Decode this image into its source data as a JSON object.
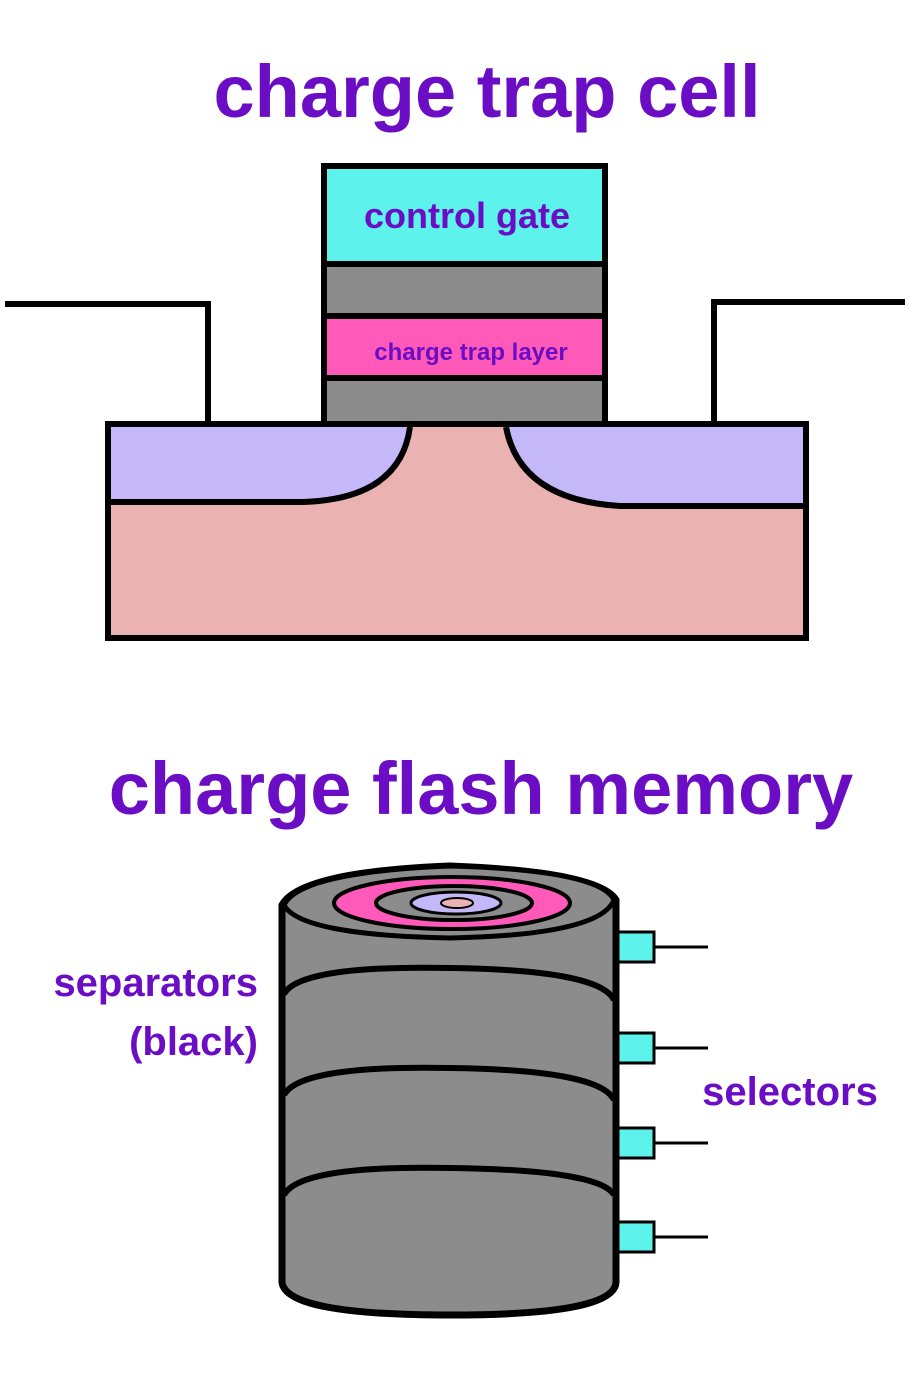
{
  "top": {
    "title": "charge trap cell",
    "control_gate_label": "control gate",
    "trap_layer_label": "charge trap layer"
  },
  "bottom": {
    "title": "charge flash memory",
    "separators_label_line1": "separators",
    "separators_label_line2": "(black)",
    "selectors_label": "selectors"
  },
  "colors": {
    "text": "#6a0dc4",
    "control_gate": "#5ef2ec",
    "oxide": "#8c8c8c",
    "charge_trap": "#ff5ab9",
    "source_drain": "#c4b8f8",
    "substrate": "#ebb2b2",
    "stack": "#8c8c8c",
    "selector": "#5ef2ec"
  }
}
